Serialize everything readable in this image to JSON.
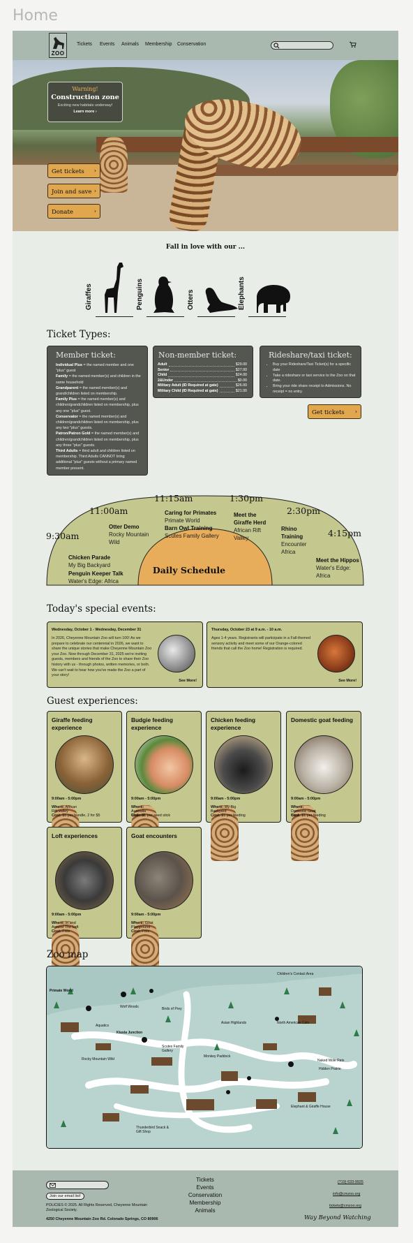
{
  "page_label": "Home",
  "nav": {
    "logo_text": "ZOO",
    "links": [
      "Tickets",
      "Events",
      "Animals",
      "Membership",
      "Conservation"
    ],
    "search_placeholder": ""
  },
  "hero": {
    "warning_kicker": "Warning!",
    "warning_title": "Construction zone",
    "warning_sub": "Exciting new habitats underway!",
    "warning_link": "Learn more",
    "cta": [
      "Get tickets",
      "Join and save",
      "Donate"
    ]
  },
  "fall_in_love": "Fall in love with our ...",
  "animals": [
    "Giraffes",
    "Penguins",
    "Otters",
    "Elephants"
  ],
  "tickets": {
    "heading": "Ticket Types:",
    "member": {
      "title": "Member ticket:",
      "items": [
        {
          "name": "Individual Plus",
          "desc": " = the named member and one \"plus\" guest"
        },
        {
          "name": "Family",
          "desc": " = the named member(s) and children in the same household"
        },
        {
          "name": "Grandparent",
          "desc": " = the named member(s) and grand/children listed on membership."
        },
        {
          "name": "Family Plus",
          "desc": " = the named member(s) and children/grandchildren listed on membership, plus any one \"plus\" guest."
        },
        {
          "name": "Conservator",
          "desc": " = the named member(s) and children/grandchildren listed on membership, plus any two \"plus\" guests."
        },
        {
          "name": "Patron/Patron Gold",
          "desc": " = the named member(s) and children/grandchildren listed on membership, plus any three \"plus\" guests."
        },
        {
          "name": "Third Adults",
          "desc": " = third adult and children listed on membership. Third Adults CANNOT bring additional \"plus\" guests without a primary named member present."
        }
      ]
    },
    "nonmember": {
      "title": "Non-member ticket:",
      "prices": [
        {
          "name": "Adult",
          "price": "$29.00"
        },
        {
          "name": "Senior",
          "price": "$27.00"
        },
        {
          "name": "Child",
          "price": "$24.00"
        },
        {
          "name": "2&Under",
          "price": "$0.00"
        },
        {
          "name": "Military Adult (ID Required at gate)",
          "price": "$26.00"
        },
        {
          "name": "Military Child (ID Required at gate)",
          "price": "$21.00"
        }
      ]
    },
    "rideshare": {
      "title": "Rideshare/taxi ticket:",
      "items": [
        "Buy your Rideshare/Taxi Ticket(s) for a specific date",
        "Take a rideshare or taxi service to the Zoo on that date.",
        "Bring your ride share receipt to Admissions. No receipt = no entry."
      ],
      "cta": "Get tickets"
    }
  },
  "schedule": {
    "center": "Daily Schedule",
    "times": [
      "9:30am",
      "11:00am",
      "11:15am",
      "1:30pm",
      "2:30pm",
      "4:15pm"
    ],
    "events": [
      {
        "name": "Chicken Parade",
        "place": "My Big Backyard"
      },
      {
        "name": "Penguin Keeper Talk",
        "place": "Water's Edge: Africa"
      },
      {
        "name": "Otter Demo",
        "place": "Rocky Mountain Wild"
      },
      {
        "name": "Caring for Primates",
        "place": "Primate World"
      },
      {
        "name": "Barn Owl Training",
        "place": "Scutes Family Gallery"
      },
      {
        "name": "Meet the Giraffe Herd",
        "place": "African Rift Valley"
      },
      {
        "name": "Rhino Training",
        "place": "Encounter Africa"
      },
      {
        "name": "Meet the Hippos",
        "place": "Water's Edge: Africa"
      }
    ]
  },
  "special": {
    "heading": "Today's special events:",
    "events": [
      {
        "date": "Wednesday, October 1 - Wednesday, December 31",
        "body": "In 2026, Cheyenne Mountain Zoo will turn 100! As we prepare to celebrate our centennial in 2026, we want to share the unique stories that make Cheyenne Mountain Zoo your Zoo. Now through December 31, 2025 we're inviting guests, members and friends of the Zoo to share their Zoo history with us - through photos, written memories, or both. We can't wait to hear how you've made the Zoo a part of your story!",
        "more": "See More!"
      },
      {
        "date": "Thursday, October 23 at 9 a.m. - 10 a.m.",
        "body": "Ages 1-4 years. Registrants will participate in a Fall-themed sensory activity and meet some of our Orange-colored friends that call the Zoo home! Registration is required.",
        "more": "See More!"
      }
    ]
  },
  "guest": {
    "heading": "Guest experiences:",
    "items": [
      {
        "title": "Giraffe feeding experience",
        "time": "9:00am - 5:00pm",
        "where": "African Rift Valley",
        "cost": "$5 per bundle, 2 for $5"
      },
      {
        "title": "Budgie feeding experience",
        "time": "9:00am - 5:00pm",
        "where": "Australia Walkout",
        "cost": "$1 per seed stick"
      },
      {
        "title": "Chicken feeding experience",
        "time": "9:00am - 5:00pm",
        "where": "My Big Backyard",
        "cost": "$1 per feeding"
      },
      {
        "title": "Domestic goat feeding",
        "time": "9:00am - 5:00pm",
        "where": "Domestic Goat Yard",
        "cost": "$1 per feeding"
      },
      {
        "title": "Loft experiences",
        "time": "9:00am - 5:00pm",
        "where": "In and Around The Loft",
        "cost": "Free"
      },
      {
        "title": "Goat encounters",
        "time": "9:00am - 5:00pm",
        "where": "Goat Playground",
        "cost": "Free"
      }
    ],
    "where_label": "Where:",
    "cost_label": "Cost:"
  },
  "zoomap": {
    "heading": "Zoo map",
    "labels": [
      "Primate World",
      "Wolf Woods",
      "Birds of Prey",
      "Asian Highlands",
      "North American Cats",
      "Children's Contact Area",
      "Aquatics",
      "Kiusla Junction",
      "Rocky Mountain Wild",
      "Naked Mole Rats",
      "Hidden Prairie",
      "Elephant & Giraffe House",
      "Scutes Family Gallery",
      "Monkey Paddock",
      "Thunderbird Snack & Gift Shop"
    ]
  },
  "footer": {
    "signup": "Join our email list!",
    "copyright": "POLICIES © 2025. All Rights Reserved, Cheyenne Mountain Zoological Society.",
    "address": "4250 Cheyenne Mountain Zoo Rd. Colorado Springs, CO 80906",
    "links": [
      "Tickets",
      "Events",
      "Conservation",
      "Membership",
      "Animals"
    ],
    "phone": "(719) 633-9925",
    "email1": "info@cmzoo.org",
    "email2": "tickets@cmzoo.org",
    "tagline": "Way Beyond Watching"
  },
  "colors": {
    "nav": "#aab9b0",
    "card_dark": "#545650",
    "card_olive": "#c4c78e",
    "accent": "#e0a74f"
  }
}
